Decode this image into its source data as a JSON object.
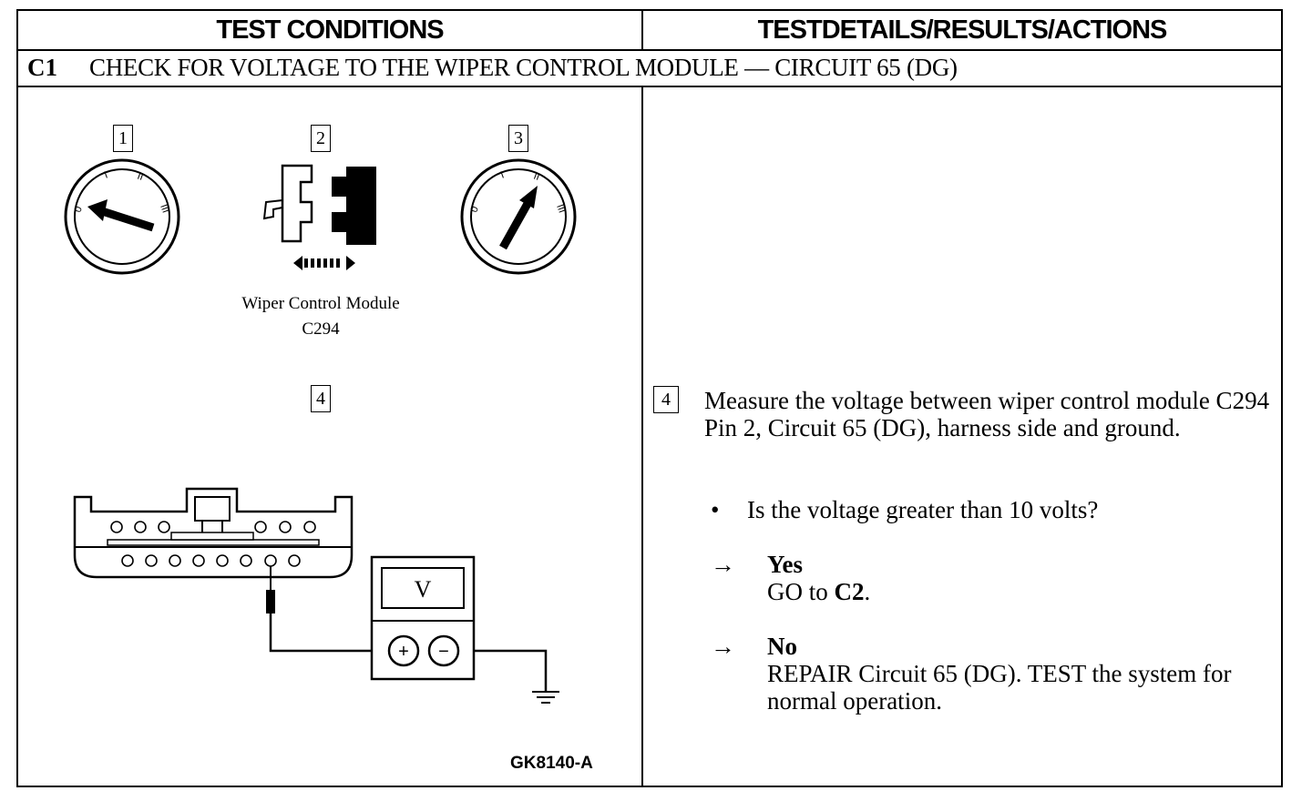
{
  "header": {
    "left": "TEST CONDITIONS",
    "right": "TESTDETAILS/RESULTS/ACTIONS"
  },
  "test": {
    "id": "C1",
    "title": "CHECK FOR VOLTAGE TO THE WIPER CONTROL MODULE — CIRCUIT 65 (DG)"
  },
  "steps": {
    "s1": "1",
    "s2": "2",
    "s3": "3",
    "s4": "4",
    "s4_right": "4"
  },
  "ignition": {
    "pos0": "0",
    "pos1": "I",
    "pos2": "II",
    "pos3": "III"
  },
  "module": {
    "caption_line1": "Wiper Control Module",
    "caption_line2": "C294"
  },
  "meter": {
    "label": "V",
    "plus": "+",
    "minus": "−"
  },
  "figure_id": "GK8140-A",
  "details": {
    "instruction": "Measure the voltage between wiper control module C294 Pin 2, Circuit 65 (DG), harness side and ground.",
    "bullet": "•",
    "question": "Is the voltage greater than 10 volts?",
    "arrow": "→",
    "yes_label": "Yes",
    "yes_action_prefix": "GO to ",
    "yes_action_target": "C2",
    "yes_action_suffix": ".",
    "no_label": "No",
    "no_action": "REPAIR Circuit 65 (DG). TEST the system for normal operation."
  }
}
